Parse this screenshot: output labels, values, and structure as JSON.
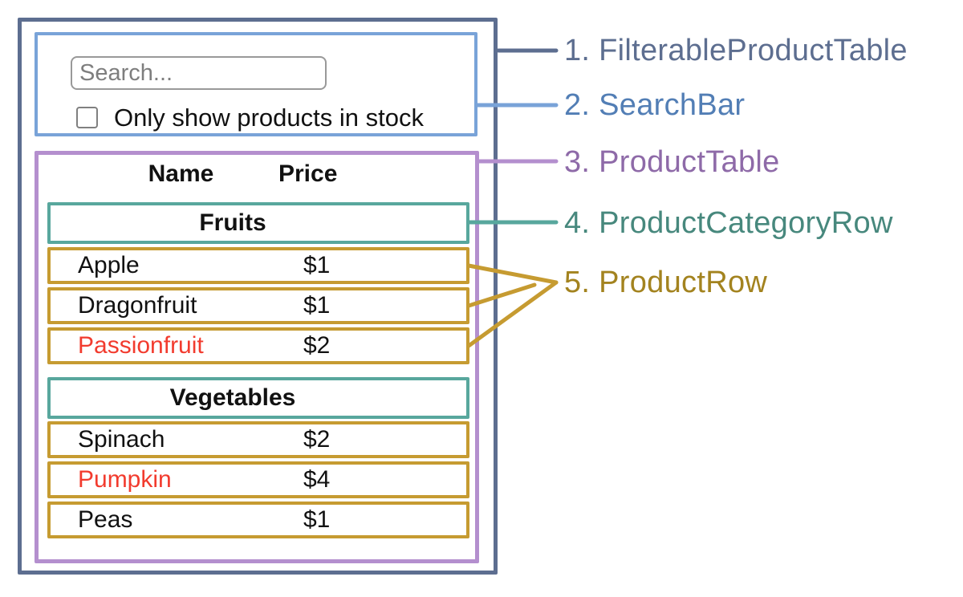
{
  "search_bar": {
    "placeholder": "Search...",
    "checkbox_label": "Only show products in stock",
    "checkbox_checked": false
  },
  "table": {
    "headers": {
      "name": "Name",
      "price": "Price"
    },
    "groups": [
      {
        "category": "Fruits",
        "rows": [
          {
            "name": "Apple",
            "price": "$1",
            "red": false
          },
          {
            "name": "Dragonfruit",
            "price": "$1",
            "red": false
          },
          {
            "name": "Passionfruit",
            "price": "$2",
            "red": true
          }
        ]
      },
      {
        "category": "Vegetables",
        "rows": [
          {
            "name": "Spinach",
            "price": "$2",
            "red": false
          },
          {
            "name": "Pumpkin",
            "price": "$4",
            "red": true
          },
          {
            "name": "Peas",
            "price": "$1",
            "red": false
          }
        ]
      }
    ]
  },
  "diagram": {
    "labels": [
      {
        "text": "1. FilterableProductTable",
        "color": "#5d6e90",
        "line_color": "#5d6e90"
      },
      {
        "text": "2. SearchBar",
        "color": "#527eb5",
        "line_color": "#79a3d8"
      },
      {
        "text": "3. ProductTable",
        "color": "#8e6aa8",
        "line_color": "#b48fce"
      },
      {
        "text": "4. ProductCategoryRow",
        "color": "#47887d",
        "line_color": "#58a79d"
      },
      {
        "text": "5. ProductRow",
        "color": "#a3831f",
        "line_color": "#c69b31"
      }
    ]
  },
  "colors": {
    "slate": "#5d6e90",
    "blue_border": "#79a3d8",
    "blue_text": "#527eb5",
    "purple_border": "#b48fce",
    "purple_text": "#8e6aa8",
    "teal_border": "#58a79d",
    "teal_text": "#47887d",
    "gold_border": "#c69b31",
    "gold_text": "#a3831f",
    "red_text": "#f23b2e",
    "input_border": "#999999",
    "placeholder": "#7e7e7e",
    "ink": "#111111"
  }
}
